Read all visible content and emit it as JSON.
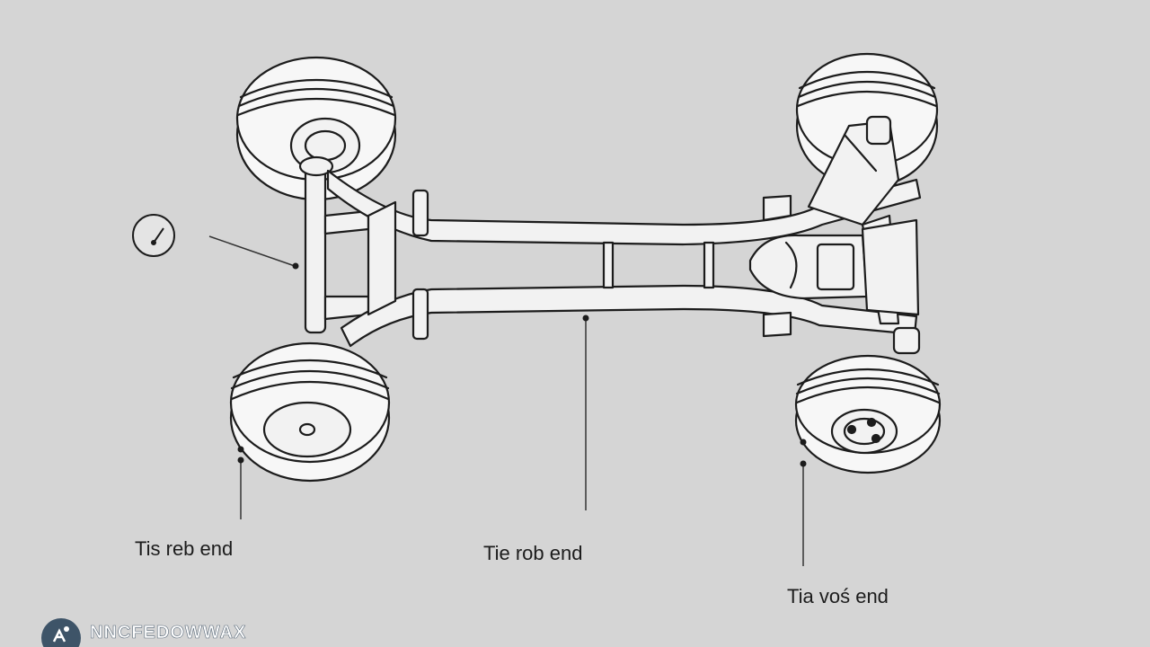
{
  "callouts": {
    "left": "Tis reb end",
    "center": "Tie rob end",
    "right": "Tia voś end"
  },
  "watermark": {
    "text": "NNCFEDOWWAX"
  },
  "colors": {
    "background": "#d5d5d5",
    "line": "#1c1c1c",
    "fill": "#f2f2f2",
    "logo": "#3e5468"
  },
  "icons": {
    "gauge": "gauge-icon",
    "logo": "logo-badge-icon"
  }
}
